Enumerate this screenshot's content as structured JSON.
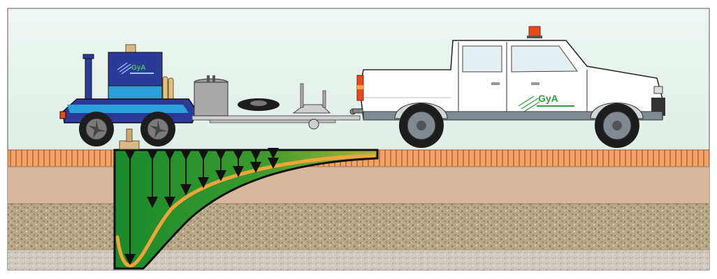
{
  "diagram": {
    "trailer_logo_text": "GyA",
    "truck_logo_text": "GyA",
    "colors": {
      "sky": "#dfeee7",
      "road_surface": "#f2a36a",
      "road_stripes": "#c9703d",
      "base_layer": "#d9b79c",
      "subbase_layer": "#b8a588",
      "subgrade_layer": "#c7c2b6",
      "deflection_basin_dark": "#1f8f2e",
      "deflection_basin_light": "#8aa832",
      "deflection_curve": "#f5a43a",
      "trailer_body": "#2a3a96",
      "truck_body": "#ffffff",
      "beacon": "#e84a1a",
      "logo_green": "#2f9e3f"
    },
    "icons": [
      "fwd-trailer",
      "pickup-truck",
      "load-plate",
      "deflection-arrows"
    ]
  }
}
